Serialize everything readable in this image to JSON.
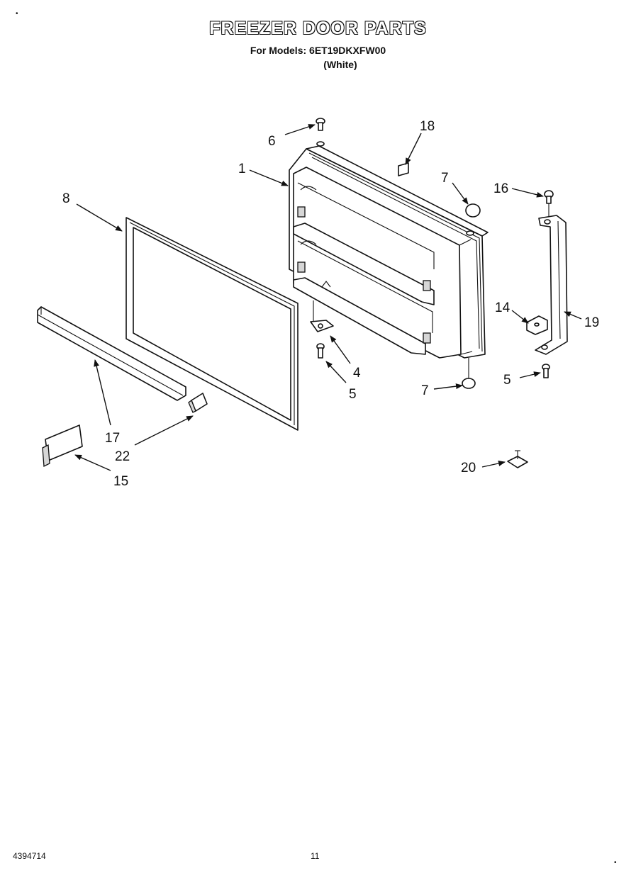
{
  "header": {
    "title": "FREEZER DOOR PARTS",
    "models_line": "For Models: 6ET19DKXFW00",
    "color_note": "(White)"
  },
  "footer": {
    "document_number": "4394714",
    "page_number": "11"
  },
  "callouts": {
    "c1": "1",
    "c4": "4",
    "c5a": "5",
    "c5b": "5",
    "c6": "6",
    "c7a": "7",
    "c7b": "7",
    "c8": "8",
    "c14": "14",
    "c15": "15",
    "c16": "16",
    "c17": "17",
    "c18": "18",
    "c19": "19",
    "c20": "20",
    "c22": "22"
  },
  "parts": [
    {
      "number": "1",
      "name": "door-panel"
    },
    {
      "number": "4",
      "name": "hinge-bracket"
    },
    {
      "number": "5",
      "name": "screw"
    },
    {
      "number": "6",
      "name": "screw"
    },
    {
      "number": "7",
      "name": "plug"
    },
    {
      "number": "8",
      "name": "gasket"
    },
    {
      "number": "14",
      "name": "handle-mount"
    },
    {
      "number": "15",
      "name": "nameplate"
    },
    {
      "number": "16",
      "name": "screw"
    },
    {
      "number": "17",
      "name": "trim-strip"
    },
    {
      "number": "18",
      "name": "label"
    },
    {
      "number": "19",
      "name": "handle"
    },
    {
      "number": "20",
      "name": "clip"
    },
    {
      "number": "22",
      "name": "end-cap"
    }
  ]
}
